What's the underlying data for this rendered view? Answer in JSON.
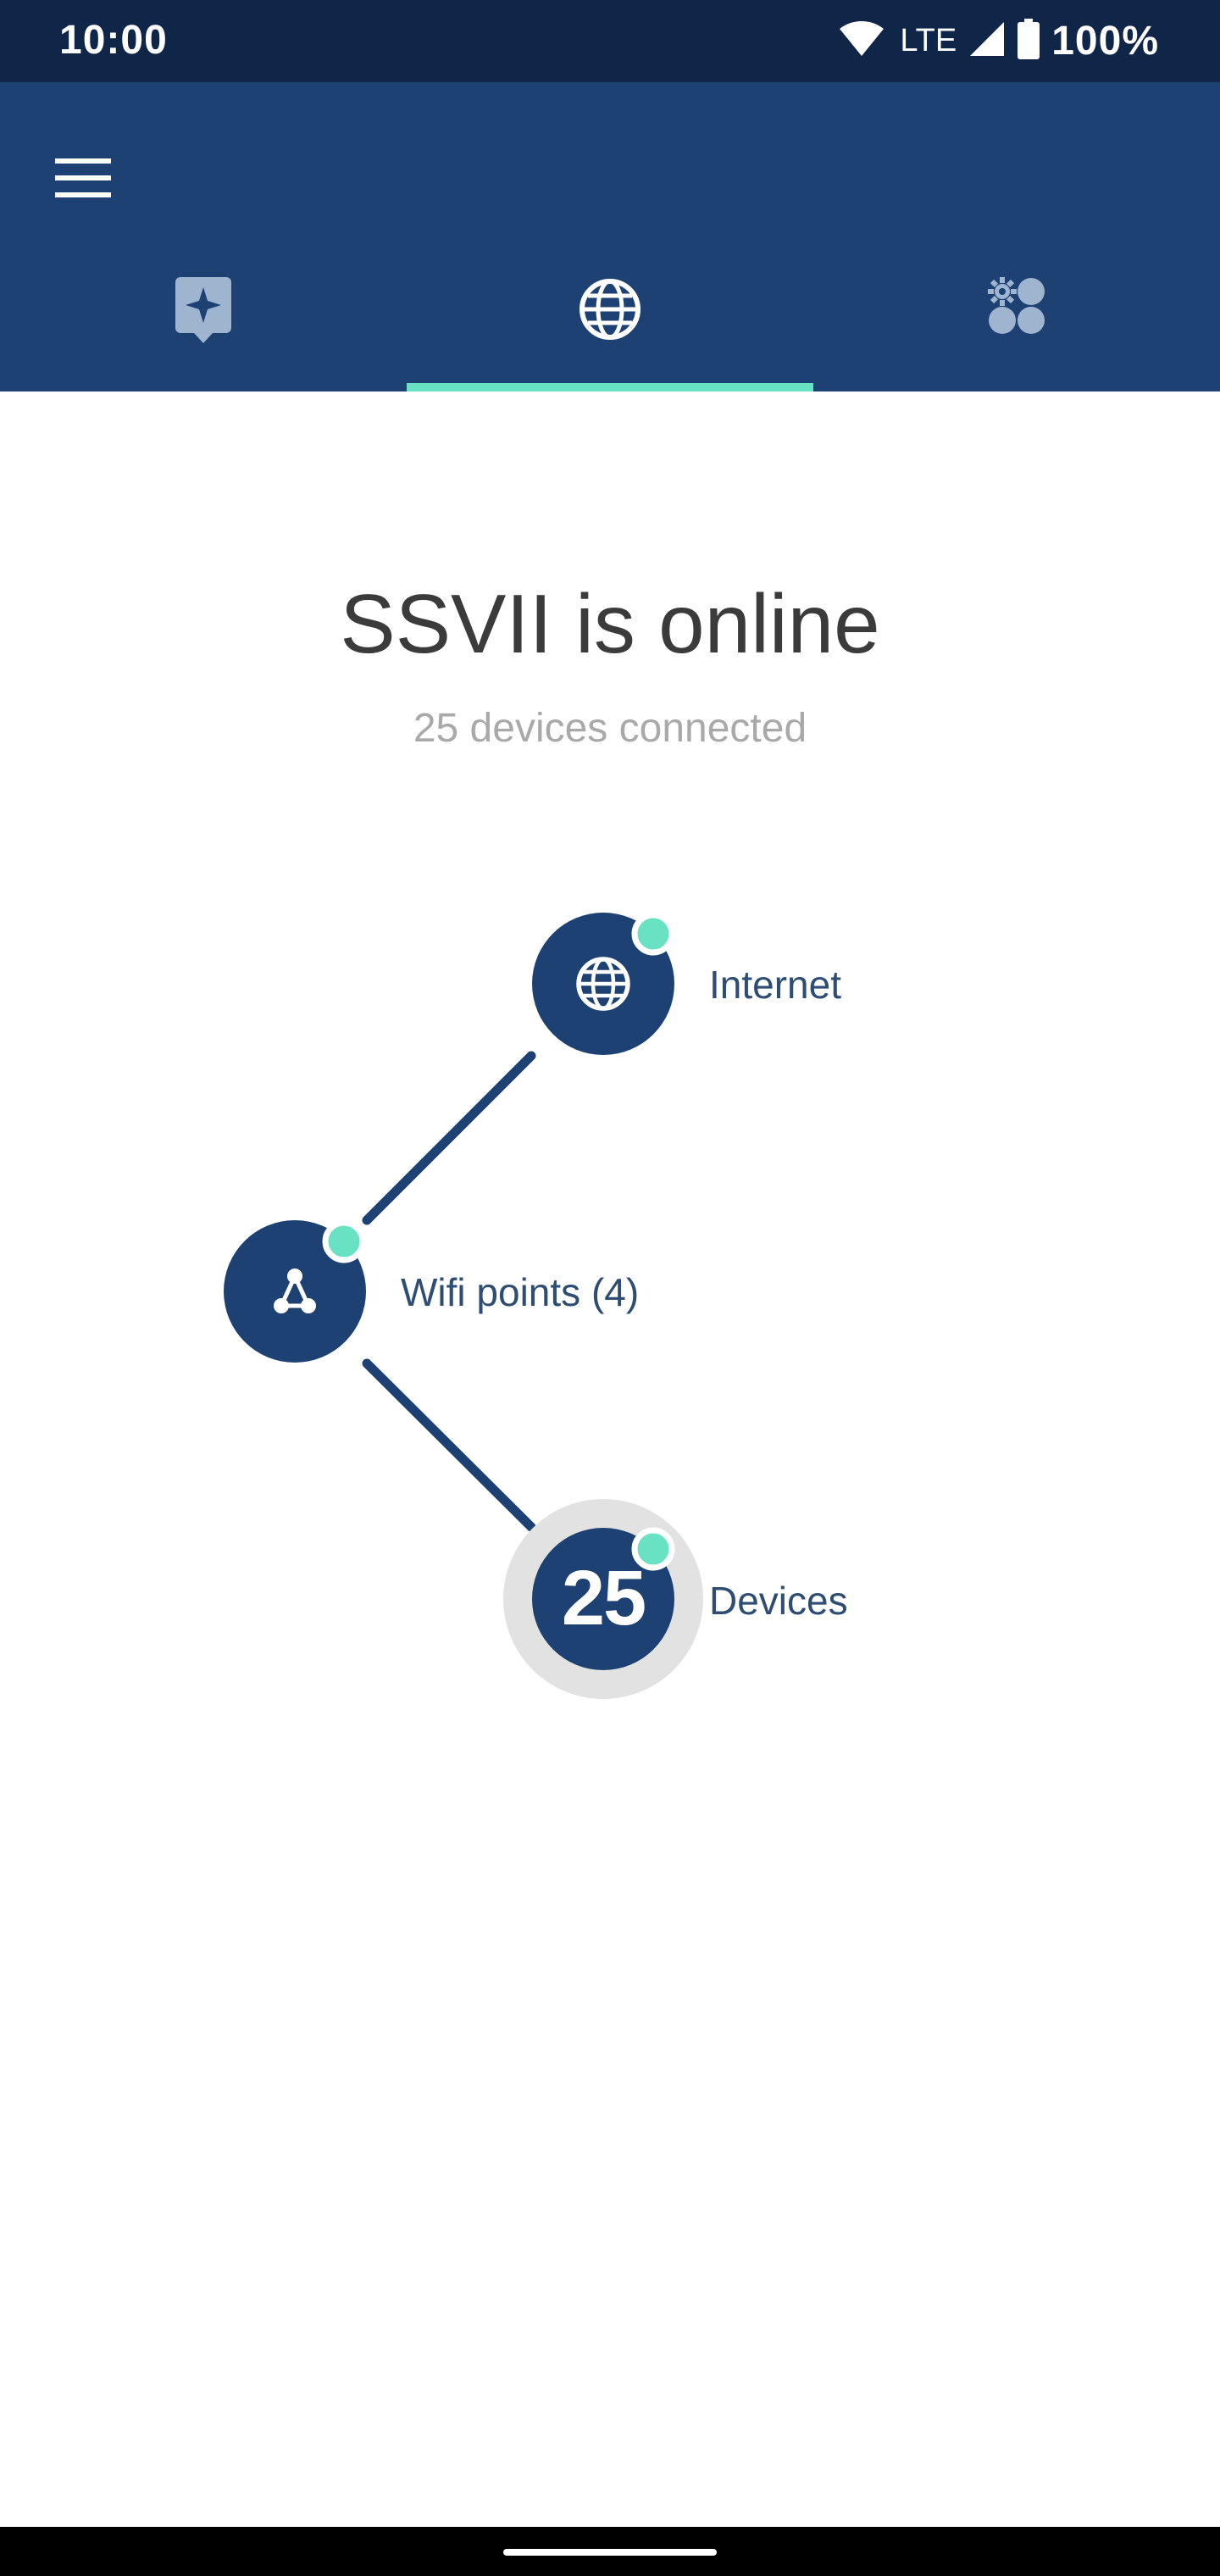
{
  "status_bar": {
    "time": "10:00",
    "network_type": "LTE",
    "battery_percent": "100%",
    "icons": [
      "wifi-icon",
      "signal-icon",
      "battery-icon"
    ]
  },
  "app_bar": {
    "menu_icon": "hamburger-menu-icon",
    "tabs": [
      {
        "icon": "sparkle-chat-icon",
        "selected": false
      },
      {
        "icon": "globe-icon",
        "selected": true
      },
      {
        "icon": "settings-grid-icon",
        "selected": false
      }
    ]
  },
  "main": {
    "title": "SSVII is online",
    "subtitle": "25 devices connected"
  },
  "topology": {
    "internet": {
      "label": "Internet",
      "icon": "globe-icon",
      "status": "online"
    },
    "wifi_points": {
      "label": "Wifi points (4)",
      "icon": "mesh-network-icon",
      "status": "online"
    },
    "devices": {
      "label": "Devices",
      "count": "25",
      "status": "online"
    }
  },
  "colors": {
    "status_bar_bg": "#102648",
    "app_bar_bg": "#1c4172",
    "accent": "#69e2c4",
    "node_fill": "#1c4172",
    "title_text": "#3b3b3b",
    "subtitle_text": "#a9a9a9",
    "label_text": "#2e4d72"
  }
}
